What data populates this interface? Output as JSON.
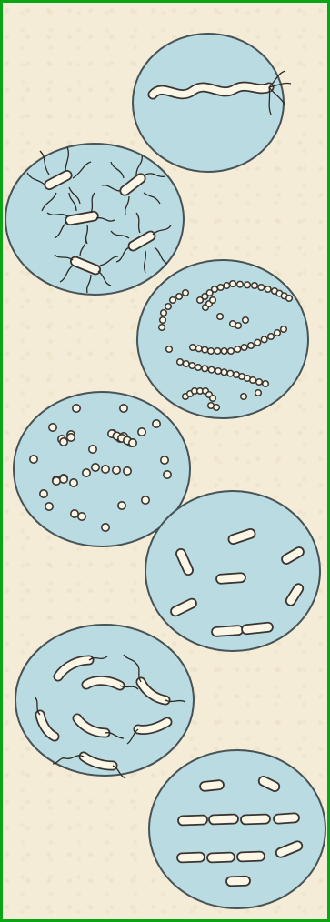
{
  "figure": {
    "colors": {
      "frame": "#0aa514",
      "paper": "#f4ecd7",
      "dish_fill": "#b9dde3",
      "dish_stroke": "#3a4a4e",
      "cell_fill": "#fbf6e6",
      "cell_stroke": "#3a3530"
    },
    "panels": [
      {
        "name": "spirillum-panel",
        "shape": "spiral rod with flagella"
      },
      {
        "name": "flagellated-rods-panel",
        "shape": "rods with peritrichous flagella"
      },
      {
        "name": "cocci-chains-panel",
        "shape": "cocci in chains (streptococci)"
      },
      {
        "name": "cocci-scattered-panel",
        "shape": "cocci, pairs and short chains"
      },
      {
        "name": "bacilli-panel",
        "shape": "rod-shaped bacilli"
      },
      {
        "name": "vibrio-panel",
        "shape": "curved rods with flagella"
      },
      {
        "name": "streptobacilli-panel",
        "shape": "rods in chains (streptobacilli)"
      }
    ]
  }
}
